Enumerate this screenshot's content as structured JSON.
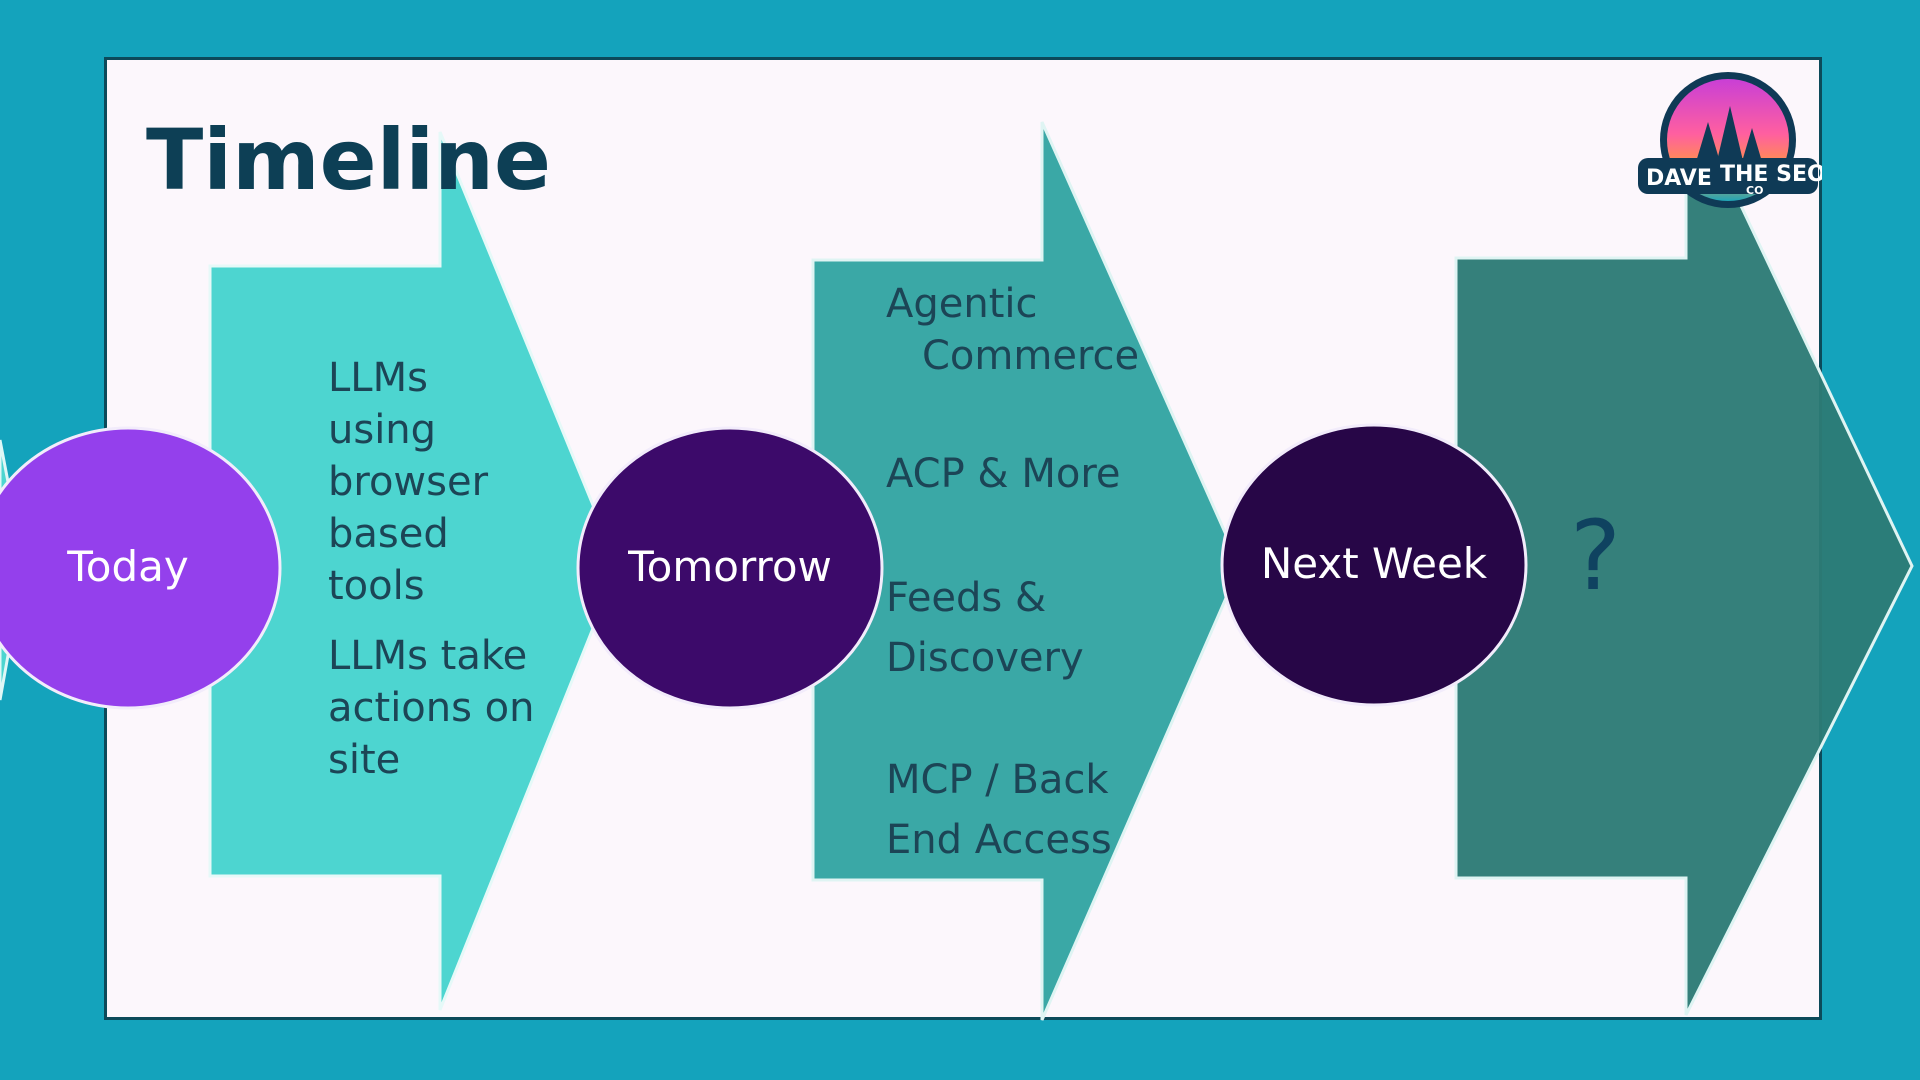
{
  "slide": {
    "title": "Timeline"
  },
  "logo": {
    "text_left": "DAVE",
    "text_right": "THE SEO",
    "text_sub": "CO"
  },
  "stages": [
    {
      "label": "Today"
    },
    {
      "label": "Tomorrow"
    },
    {
      "label": "Next Week"
    }
  ],
  "blocks": {
    "today": {
      "items": [
        "LLMs using browser based tools",
        "LLMs take actions on site"
      ]
    },
    "tomorrow": {
      "items": [
        "Agentic Commerce",
        "ACP & More",
        "Feeds & Discovery",
        "MCP / Back End Access"
      ]
    },
    "next_week": {
      "items": [
        "?"
      ]
    }
  },
  "colors": {
    "background": "#14a3bc",
    "panel": "#fcf7fc",
    "arrow_1": "#4dd5d0",
    "arrow_2": "#3aa8a6",
    "arrow_3": "#2d7b76",
    "circle_today": "#9440ec",
    "circle_tomorrow": "#3c0a6a",
    "circle_next_week": "#270647",
    "title_text": "#0d3f55",
    "body_text": "#1c4556"
  }
}
